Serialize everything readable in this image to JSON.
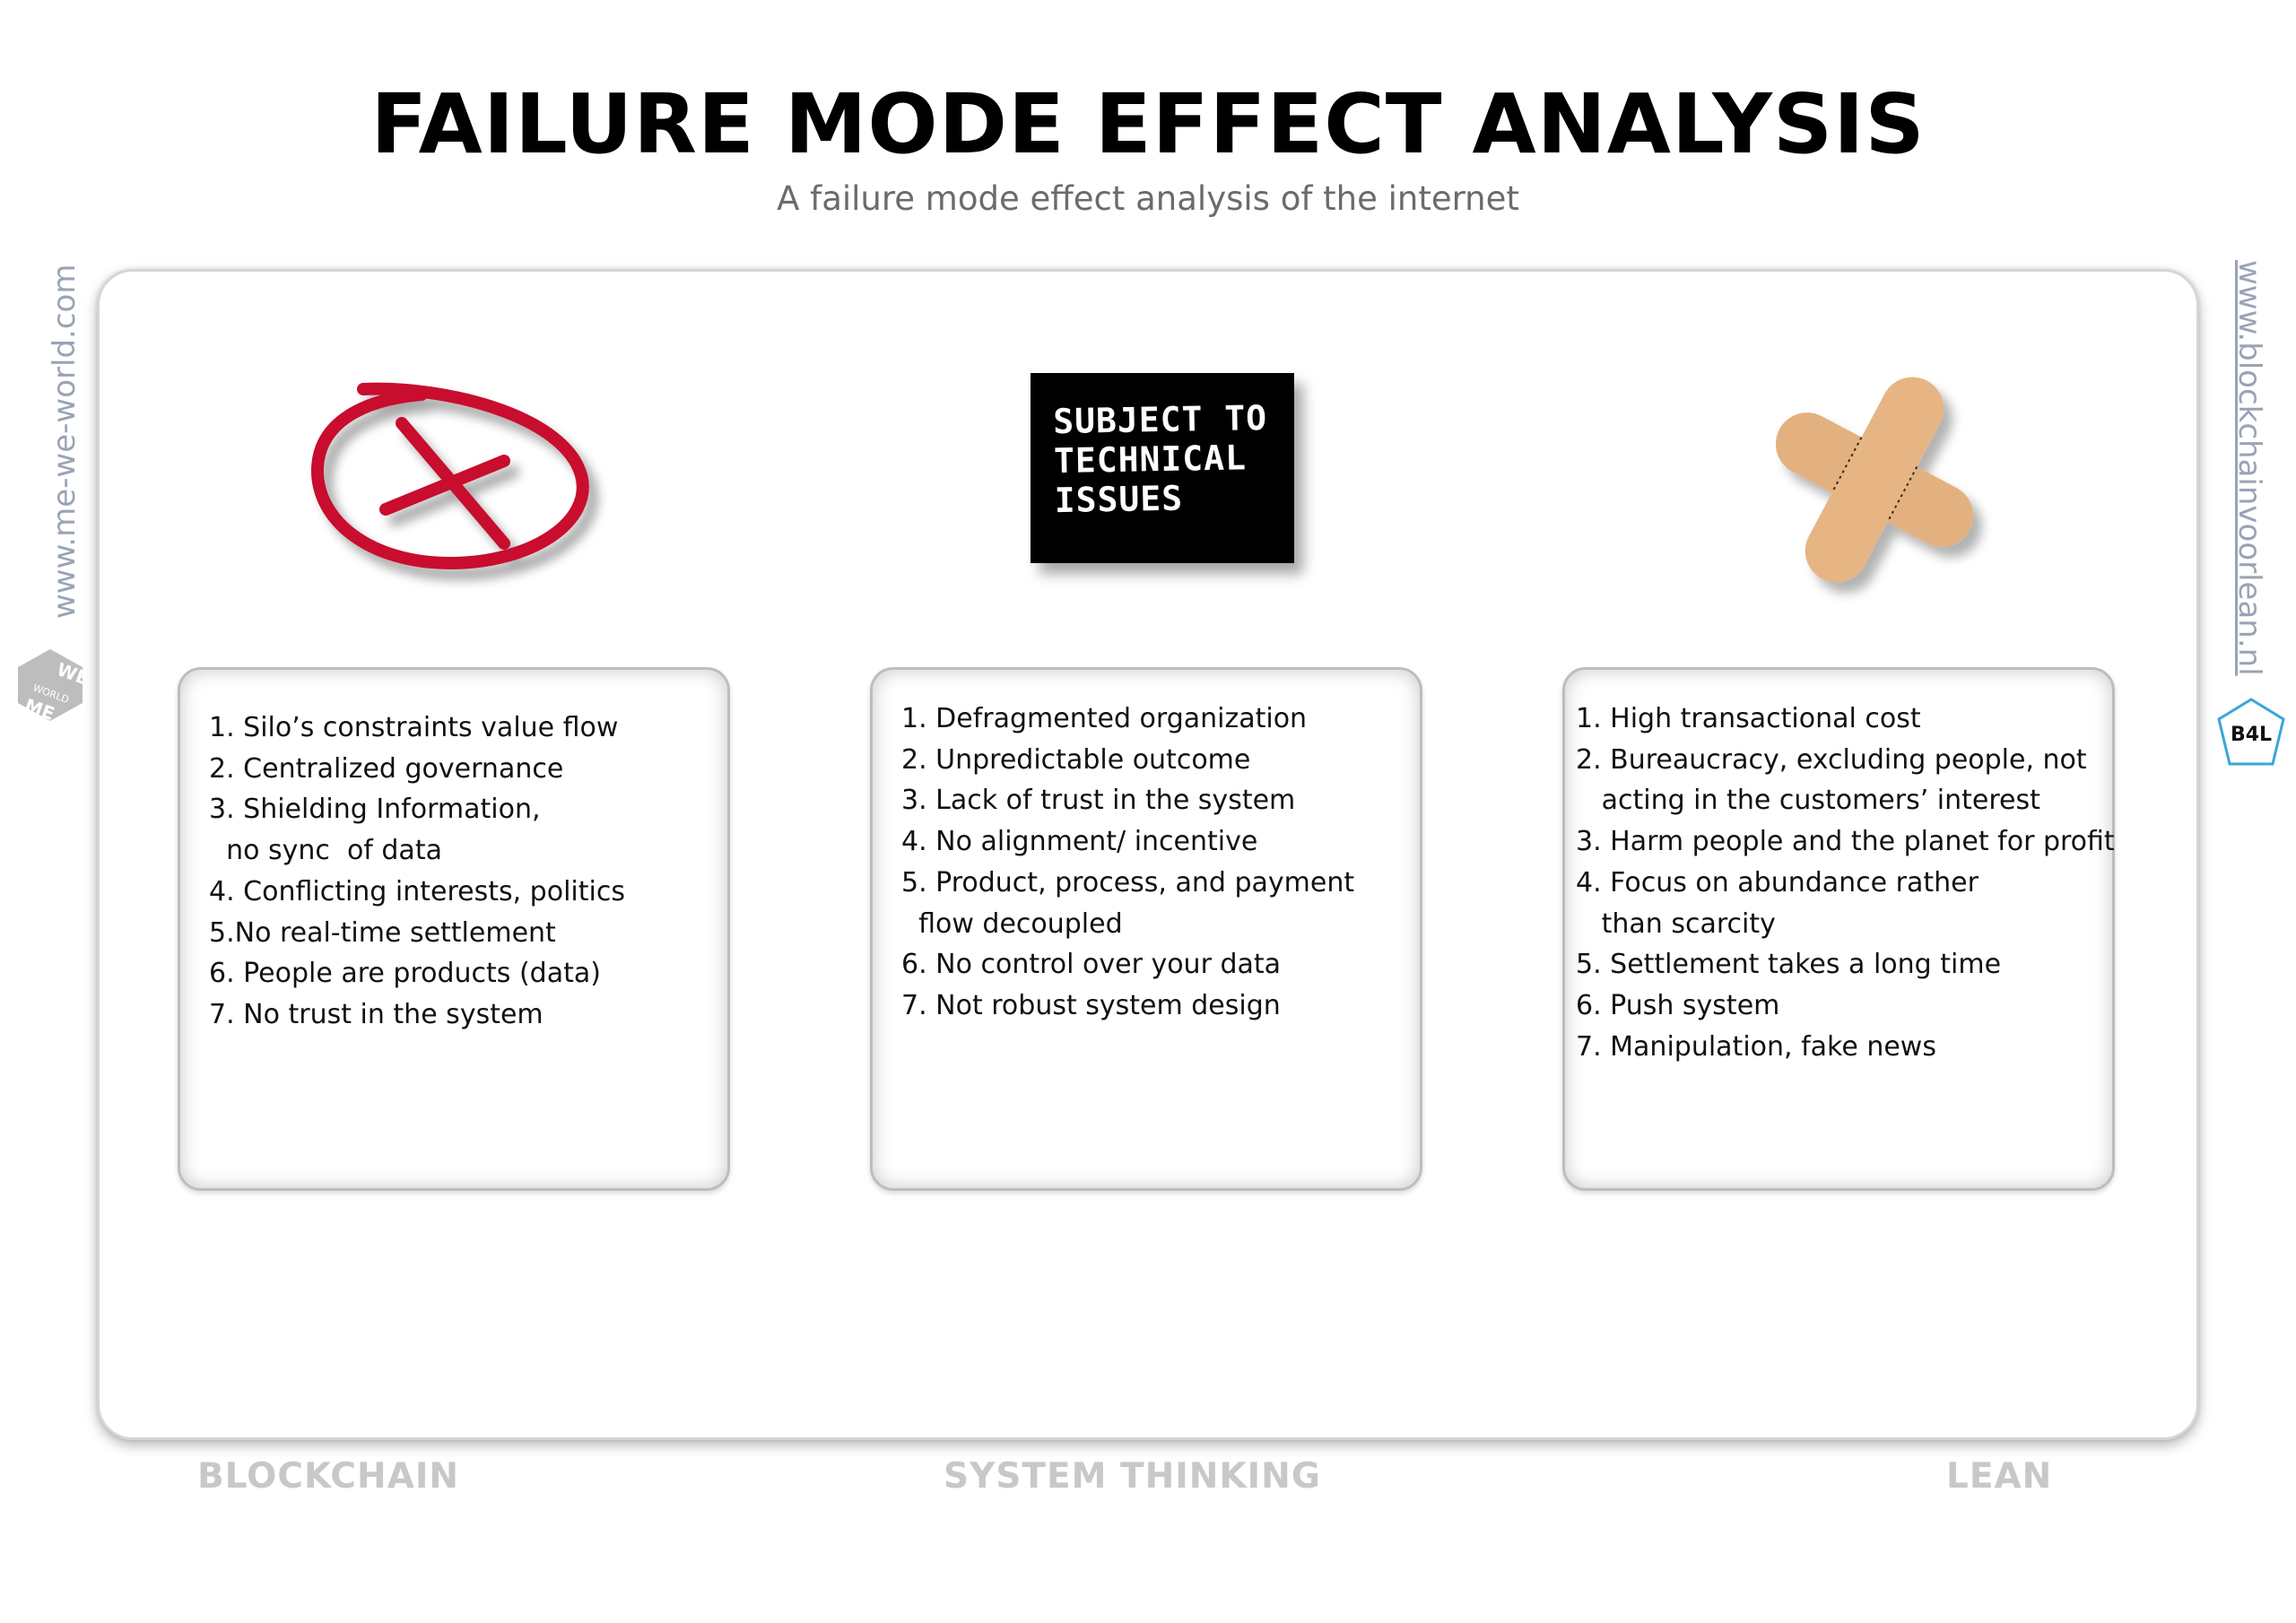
{
  "header": {
    "title": "FAILURE MODE EFFECT ANALYSIS",
    "subtitle": "A failure mode effect analysis of the internet"
  },
  "side": {
    "left_url": "www.me-we-world.com",
    "right_url": "www.blockchainvoorlean.nl",
    "left_logo_text": [
      "WE",
      "WORLD",
      "ME"
    ],
    "right_logo_text": "B4L"
  },
  "icons": {
    "left": "circled-cross-icon",
    "center_text": "SUBJECT TO\nTECHNICAL\nISSUES",
    "right": "bandage-icon"
  },
  "columns": [
    {
      "label": "BLOCKCHAIN",
      "items": [
        "1. Silo’s constraints value flow",
        "2. Centralized governance",
        "3. Shielding Information,",
        "  no sync  of data",
        "4. Conflicting interests, politics",
        "5.No real-time settlement",
        "6. People are products (data)",
        "7. No trust in the system"
      ]
    },
    {
      "label": "SYSTEM THINKING",
      "items": [
        "1. Defragmented organization",
        "2. Unpredictable outcome",
        "3. Lack of trust in the system",
        "4. No alignment/ incentive",
        "5. Product, process, and payment",
        "  flow decoupled",
        "6. No control over your data",
        "7. Not robust system design"
      ]
    },
    {
      "label": "LEAN",
      "items": [
        "1. High transactional cost",
        "2. Bureaucracy, excluding people, not",
        "   acting in the customers’ interest",
        "3. Harm people and the planet for profit",
        "4. Focus on abundance rather",
        "   than scarcity",
        "5. Settlement takes a long time",
        "6. Push system",
        "7. Manipulation, fake news"
      ]
    }
  ],
  "colors": {
    "accent_red": "#c8102e",
    "bandage": "#e3b17f",
    "label_gray": "#c8c8c8",
    "url_blue_gray": "#9aa3b5"
  }
}
